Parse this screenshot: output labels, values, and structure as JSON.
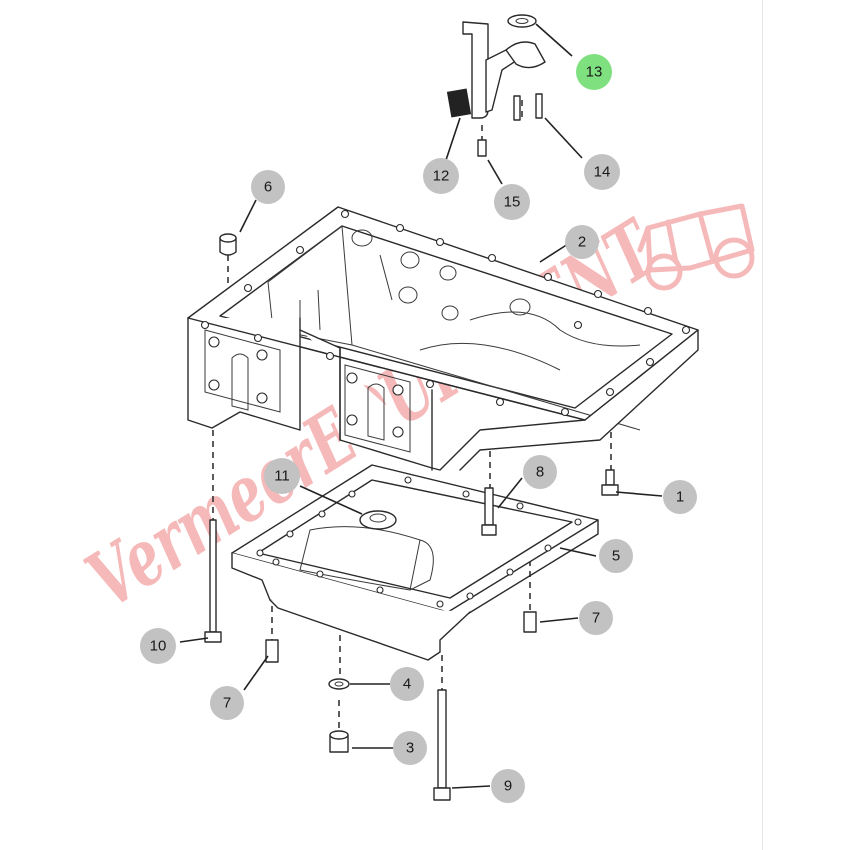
{
  "diagram": {
    "colors": {
      "callout_fill": "#c2c2c2",
      "callout_highlight_fill": "#7fe07f",
      "line": "#2a2a2a",
      "watermark": "#f2a0a0"
    },
    "watermark": {
      "text": "VermeerEQUIPMENT",
      "icon": "tractor-icon"
    },
    "callouts": [
      {
        "id": "c1",
        "label": "1",
        "highlight": false
      },
      {
        "id": "c2",
        "label": "2",
        "highlight": false
      },
      {
        "id": "c3",
        "label": "3",
        "highlight": false
      },
      {
        "id": "c4",
        "label": "4",
        "highlight": false
      },
      {
        "id": "c5",
        "label": "5",
        "highlight": false
      },
      {
        "id": "c6",
        "label": "6",
        "highlight": false
      },
      {
        "id": "c7a",
        "label": "7",
        "highlight": false
      },
      {
        "id": "c7b",
        "label": "7",
        "highlight": false
      },
      {
        "id": "c8",
        "label": "8",
        "highlight": false
      },
      {
        "id": "c9",
        "label": "9",
        "highlight": false
      },
      {
        "id": "c10",
        "label": "10",
        "highlight": false
      },
      {
        "id": "c11",
        "label": "11",
        "highlight": false
      },
      {
        "id": "c12",
        "label": "12",
        "highlight": false
      },
      {
        "id": "c13",
        "label": "13",
        "highlight": true
      },
      {
        "id": "c14",
        "label": "14",
        "highlight": false
      },
      {
        "id": "c15",
        "label": "15",
        "highlight": false
      }
    ]
  }
}
